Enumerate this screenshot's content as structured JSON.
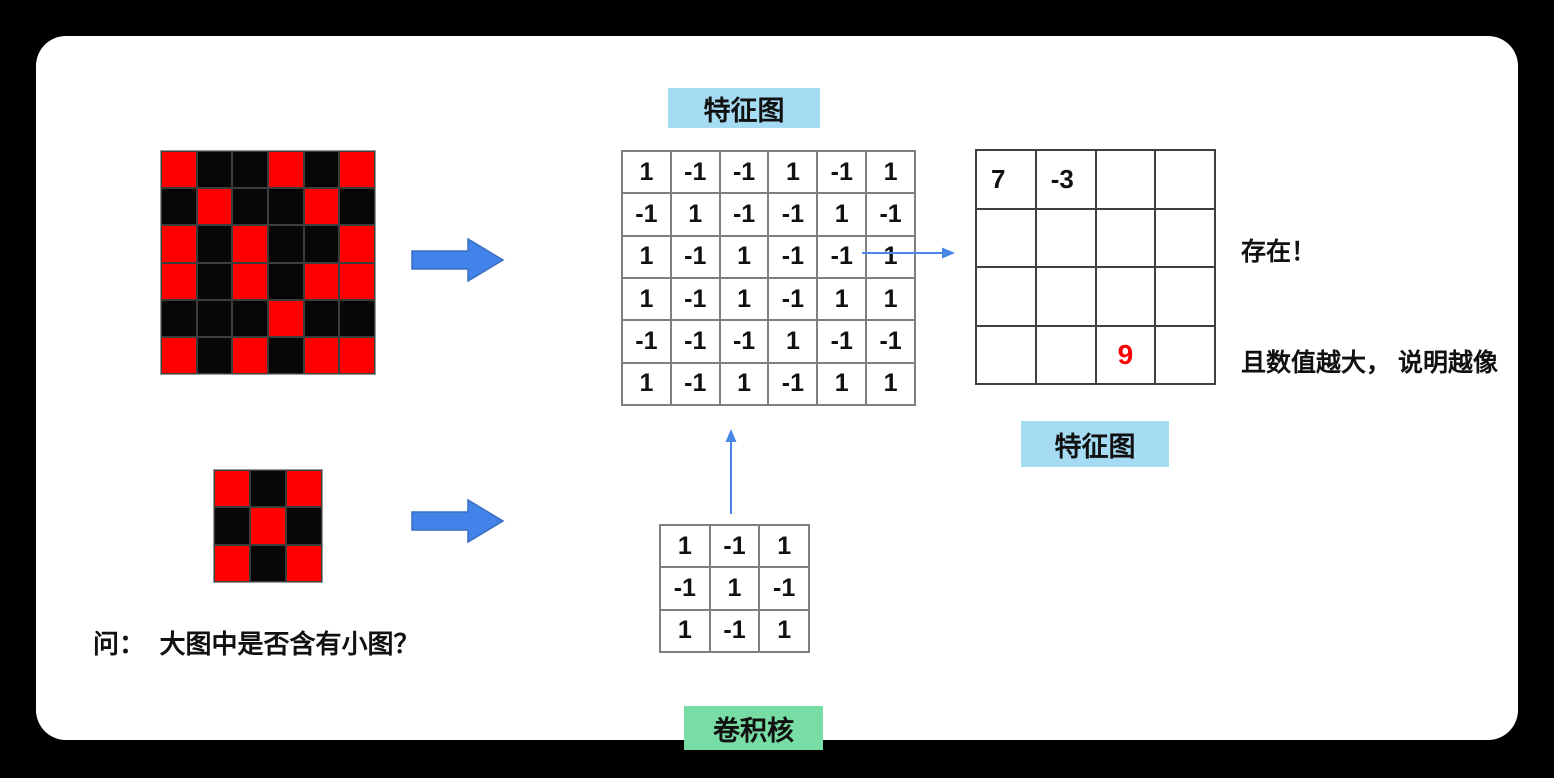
{
  "title_labels": {
    "feature_map_top": "特征图",
    "feature_map_right": "特征图",
    "kernel_label": "卷积核"
  },
  "texts": {
    "question": "问：  大图中是否含有小图？",
    "result_line1": "存在！",
    "result_line2": "且数值越大， 说明越像"
  },
  "colors": {
    "page_bg": "#000000",
    "canvas_bg": "#ffffff",
    "cell_red": "#fe0000",
    "cell_black": "#070707",
    "block_arrow_fill": "#4183e8",
    "block_arrow_stroke": "#3a6fc0",
    "thin_arrow_blue": "#4a86e8",
    "label_blue_bg": "#a5dcf3",
    "label_green_bg": "#78dca5",
    "highlight_number_color": "#fe0000"
  },
  "big_image": {
    "kind": "color",
    "rows": [
      [
        "r",
        "b",
        "b",
        "r",
        "b",
        "r"
      ],
      [
        "b",
        "r",
        "b",
        "b",
        "r",
        "b"
      ],
      [
        "r",
        "b",
        "r",
        "b",
        "b",
        "r"
      ],
      [
        "r",
        "b",
        "r",
        "b",
        "r",
        "r"
      ],
      [
        "b",
        "b",
        "b",
        "r",
        "b",
        "b"
      ],
      [
        "r",
        "b",
        "r",
        "b",
        "r",
        "r"
      ]
    ]
  },
  "small_image": {
    "kind": "color",
    "rows": [
      [
        "r",
        "b",
        "r"
      ],
      [
        "b",
        "r",
        "b"
      ],
      [
        "r",
        "b",
        "r"
      ]
    ]
  },
  "feature_matrix": {
    "kind": "num",
    "rows": [
      [
        "1",
        "-1",
        "-1",
        "1",
        "-1",
        "1"
      ],
      [
        "-1",
        "1",
        "-1",
        "-1",
        "1",
        "-1"
      ],
      [
        "1",
        "-1",
        "1",
        "-1",
        "-1",
        "1"
      ],
      [
        "1",
        "-1",
        "1",
        "-1",
        "1",
        "1"
      ],
      [
        "-1",
        "-1",
        "-1",
        "1",
        "-1",
        "-1"
      ],
      [
        "1",
        "-1",
        "1",
        "-1",
        "1",
        "1"
      ]
    ]
  },
  "kernel_matrix": {
    "kind": "num",
    "rows": [
      [
        "1",
        "-1",
        "1"
      ],
      [
        "-1",
        "1",
        "-1"
      ],
      [
        "1",
        "-1",
        "1"
      ]
    ]
  },
  "output_matrix": {
    "kind": "num",
    "rows": [
      [
        "7",
        "-3",
        "",
        ""
      ],
      [
        "",
        "",
        "",
        ""
      ],
      [
        "",
        "",
        "",
        ""
      ],
      [
        "",
        "",
        "9",
        ""
      ]
    ],
    "highlight": {
      "row": 3,
      "col": 2
    }
  }
}
